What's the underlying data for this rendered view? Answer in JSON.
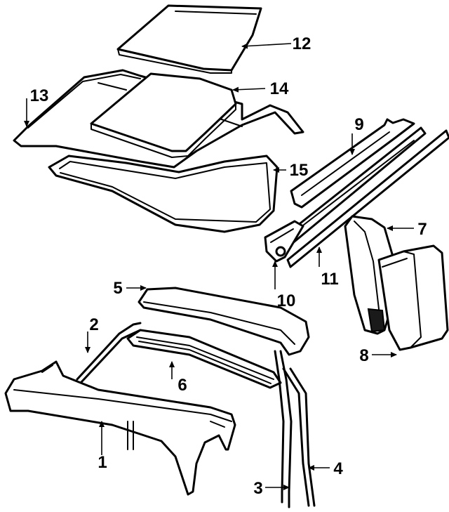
{
  "callouts": [
    {
      "id": "c1",
      "number": "1"
    },
    {
      "id": "c2",
      "number": "2"
    },
    {
      "id": "c3",
      "number": "3"
    },
    {
      "id": "c4",
      "number": "4"
    },
    {
      "id": "c5",
      "number": "5"
    },
    {
      "id": "c6",
      "number": "6"
    },
    {
      "id": "c7",
      "number": "7"
    },
    {
      "id": "c8",
      "number": "8"
    },
    {
      "id": "c9",
      "number": "9"
    },
    {
      "id": "c10",
      "number": "10"
    },
    {
      "id": "c11",
      "number": "11"
    },
    {
      "id": "c12",
      "number": "12"
    },
    {
      "id": "c13",
      "number": "13"
    },
    {
      "id": "c14",
      "number": "14"
    },
    {
      "id": "c15",
      "number": "15"
    }
  ]
}
